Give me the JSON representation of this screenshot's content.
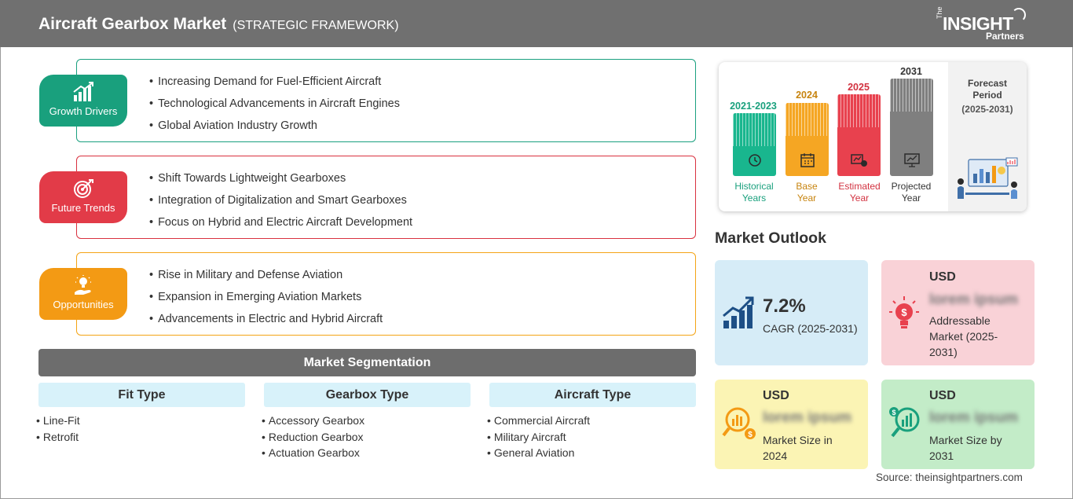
{
  "header": {
    "title": "Aircraft Gearbox Market",
    "subtitle": "(STRATEGIC FRAMEWORK)",
    "logo": {
      "the": "The",
      "insight": "INSIGHT",
      "partners": "Partners"
    }
  },
  "factors": {
    "growth_drivers": {
      "label": "Growth Drivers",
      "color": "#19a07d",
      "items": [
        "Increasing Demand for Fuel-Efficient Aircraft",
        "Technological Advancements in Aircraft Engines",
        "Global Aviation Industry Growth"
      ]
    },
    "future_trends": {
      "label": "Future Trends",
      "color": "#e23b48",
      "items": [
        "Shift Towards Lightweight Gearboxes",
        "Integration of Digitalization and Smart Gearboxes",
        "Focus on Hybrid and Electric Aircraft Development"
      ]
    },
    "opportunities": {
      "label": "Opportunities",
      "color": "#f39a14",
      "items": [
        "Rise in Military and Defense Aviation",
        "Expansion in Emerging Aviation Markets",
        "Advancements in Electric and Hybrid Aircraft"
      ]
    }
  },
  "segmentation": {
    "title": "Market Segmentation",
    "columns": [
      {
        "heading": "Fit Type",
        "items": [
          "Line-Fit",
          "Retrofit"
        ]
      },
      {
        "heading": "Gearbox Type",
        "items": [
          "Accessory Gearbox",
          "Reduction Gearbox",
          "Actuation Gearbox"
        ]
      },
      {
        "heading": "Aircraft Type",
        "items": [
          "Commercial Aircraft",
          "Military Aircraft",
          "General Aviation"
        ]
      }
    ]
  },
  "timeline": {
    "periods": [
      {
        "year": "2021-2023",
        "caption_line1": "Historical",
        "caption_line2": "Years",
        "color": "#19b68e",
        "icon": "history-icon"
      },
      {
        "year": "2024",
        "caption_line1": "Base",
        "caption_line2": "Year",
        "color": "#f5a623",
        "icon": "calendar-icon"
      },
      {
        "year": "2025",
        "caption_line1": "Estimated",
        "caption_line2": "Year",
        "color": "#e8414e",
        "icon": "estimate-chart-icon"
      },
      {
        "year": "2031",
        "caption_line1": "Projected",
        "caption_line2": "Year",
        "color": "#7f7f7f",
        "icon": "projection-board-icon"
      }
    ],
    "forecast_label_line1": "Forecast",
    "forecast_label_line2": "Period",
    "forecast_period": "(2025-2031)"
  },
  "outlook": {
    "title": "Market Outlook",
    "cagr": {
      "value": "7.2%",
      "label": "CAGR (2025-2031)",
      "bg": "#d6ecf7"
    },
    "addressable": {
      "usd": "USD",
      "value": "lorem ipsum",
      "line1": "Addressable",
      "line2": "Market (2025-",
      "line3": "2031)",
      "bg": "#f9d2d7"
    },
    "size_2024": {
      "usd": "USD",
      "value": "lorem ipsum",
      "line1": "Market Size in",
      "line2": "2024",
      "bg": "#fbf4b4"
    },
    "size_2031": {
      "usd": "USD",
      "value": "lorem ipsum",
      "line1": "Market Size by",
      "line2": "2031",
      "bg": "#c3ecc8"
    }
  },
  "source": "Source: theinsightpartners.com"
}
